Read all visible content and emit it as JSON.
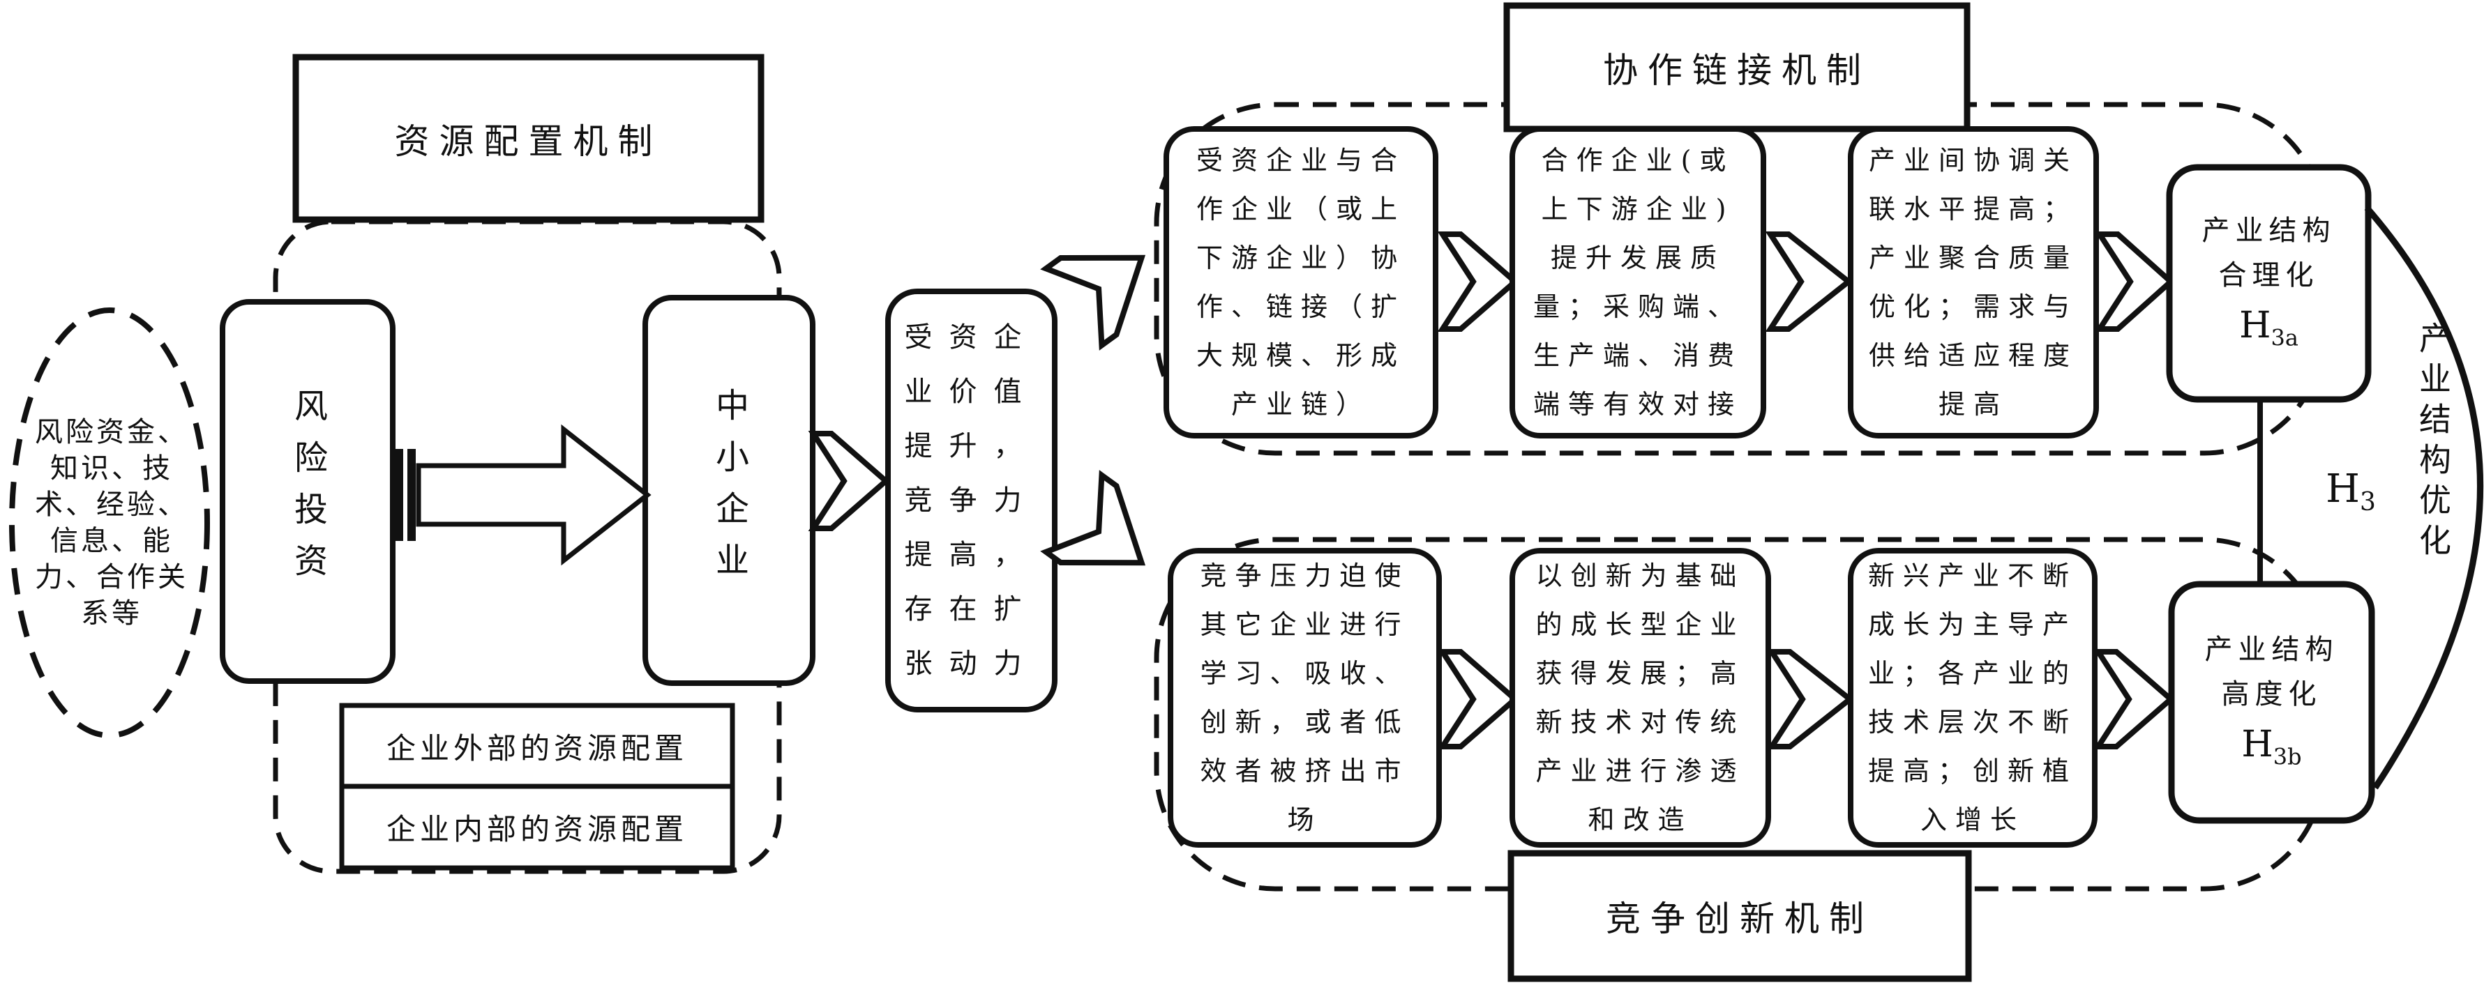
{
  "figure": {
    "ink_color": "#111111",
    "left_group": {
      "resources_ellipse_text": "风险资金、知识、技术、经验、信息、能力、合作关系等",
      "mechanism_label": "资源配置机制",
      "vc_box": "风险投资",
      "sme_box": "中小企业",
      "allocation_rows": [
        "企业外部的资源配置",
        "企业内部的资源配置"
      ]
    },
    "value_box": "受资企业价值提升，竞争力提高，存在扩张动力",
    "top_path": {
      "label": "协作链接机制",
      "boxes": [
        "受资企业与合作企业（或上下游企业）协作、链接（扩大规模、形成产业链）",
        "合作企业(或上下游企业)提升发展质量；采购端、生产端、消费端等有效对接",
        "产业间协调关联水平提高；产业聚合质量优化；需求与供给适应程度提高"
      ],
      "outcome": {
        "title_line1": "产业结构",
        "title_line2": "合理化",
        "hypothesis": "H",
        "subscript": "3a"
      }
    },
    "bottom_path": {
      "label": "竞争创新机制",
      "boxes": [
        "竞争压力迫使其它企业进行学习、吸收、创新，或者低效者被挤出市场",
        "以创新为基础的成长型企业获得发展；高新技术对传统产业进行渗透和改造",
        "新兴产业不断成长为主导产业；各产业的技术层次不断提高；创新植入增长"
      ],
      "outcome": {
        "title_line1": "产业结构",
        "title_line2": "高度化",
        "hypothesis": "H",
        "subscript": "3b"
      }
    },
    "result": {
      "text": "产业结构优化",
      "hypothesis": "H",
      "subscript": "3"
    }
  }
}
